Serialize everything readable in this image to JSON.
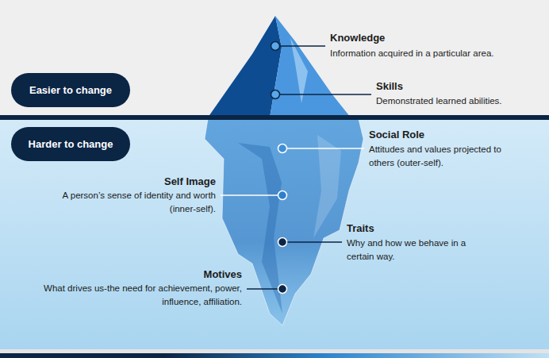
{
  "diagram": {
    "nodes": [
      {
        "text": [
          "Easier to change"
        ]
      },
      {
        "text": [
          "Harder to change"
        ]
      }
    ],
    "labels": [
      "Knowledge",
      "Information acquired in a particular area.",
      "Skills",
      "Demonstrated learned abilities.",
      "Social Role",
      "Attitudes and values projected to others (outer-self).",
      "Self Image",
      "A person’s sense of identity and worth (inner-self).",
      "Traits",
      "Why and how we behave in a certain way.",
      "Motives",
      "What drives us-the need for achievement, power, influence, affiliation."
    ]
  }
}
